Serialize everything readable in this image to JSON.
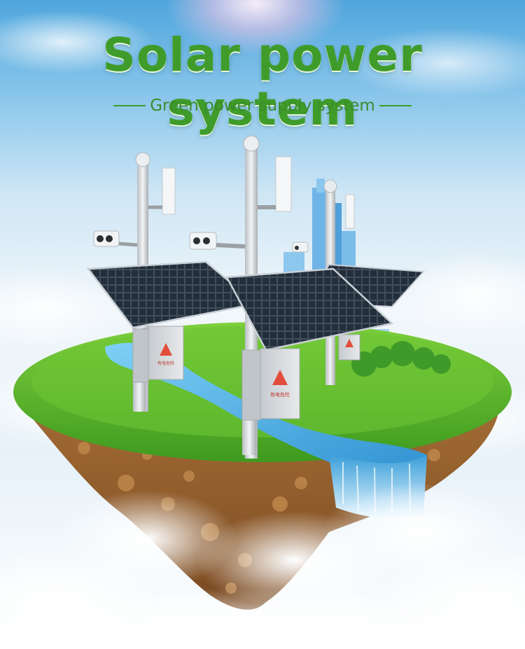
{
  "header": {
    "title": "Solar power system",
    "subtitle": "Green power supply system"
  },
  "scene": {
    "description_icons": [
      "solar-panel",
      "cctv-camera",
      "wireless-antenna",
      "control-box",
      "waterfall",
      "floating-island"
    ]
  },
  "colors": {
    "title_green": "#3f9c2a",
    "grass": "#5cb82e",
    "soil": "#a8703a",
    "water": "#3aa6dc",
    "panel": "#1c2430",
    "pole": "#d8dcdf"
  }
}
